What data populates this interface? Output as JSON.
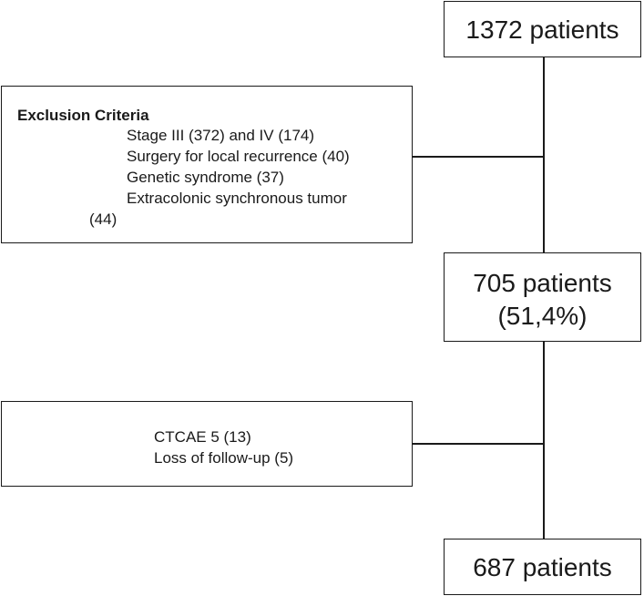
{
  "flow": {
    "start": {
      "label": "1372 patients"
    },
    "middle": {
      "line1": "705 patients",
      "line2": "(51,4%)"
    },
    "end": {
      "label": "687 patients"
    }
  },
  "exclusion1": {
    "title": "Exclusion Criteria",
    "items": [
      "Stage III (372) and IV (174)",
      "Surgery for local recurrence (40)",
      "Genetic syndrome (37)",
      "Extracolonic synchronous tumor",
      "(44)"
    ]
  },
  "exclusion2": {
    "items": [
      "CTCAE 5 (13)",
      "Loss of follow-up (5)"
    ]
  }
}
